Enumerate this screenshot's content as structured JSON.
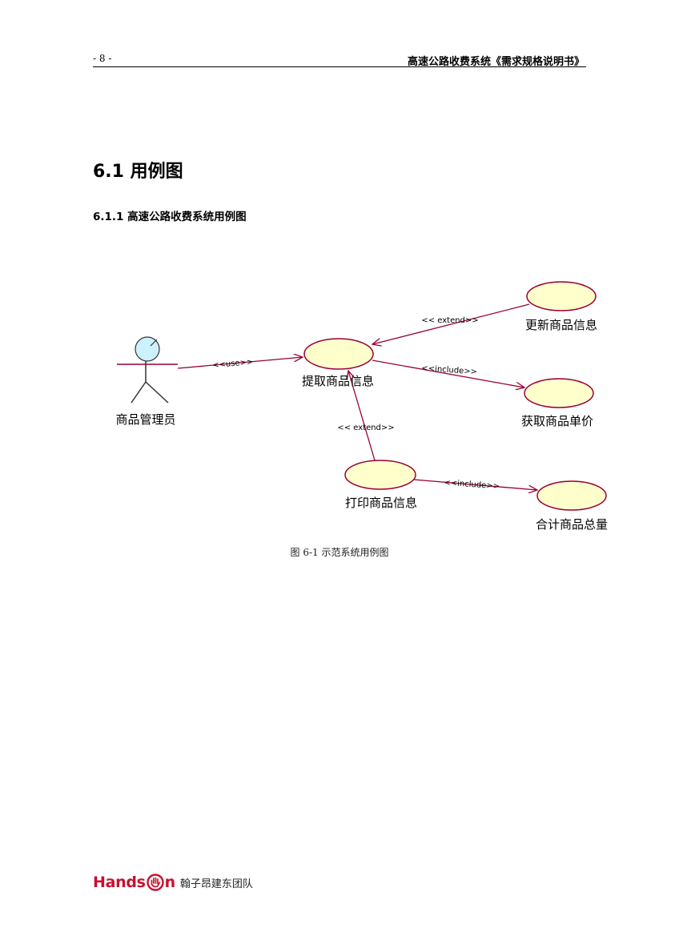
{
  "header": {
    "page_number": "- 8 -",
    "document_title": "高速公路收费系统《需求规格说明书》"
  },
  "section": {
    "title": "6.1 用例图",
    "subsection_title": "6.1.1 高速公路收费系统用例图"
  },
  "diagram": {
    "actor": "商品管理员",
    "use_cases": {
      "fetch": "提取商品信息",
      "update": "更新商品信息",
      "get_price": "获取商品单价",
      "print": "打印商品信息",
      "total": "合计商品总量"
    },
    "stereotypes": {
      "use": "<<use>>",
      "extend_update": "<< extend>>",
      "include_price": "<<include>>",
      "extend_print": "<< extend>>",
      "include_total": "<<include>>"
    },
    "colors": {
      "usecase_fill": "#ffffcc",
      "actor_head_fill": "#ccf2ff",
      "line": "#990033"
    }
  },
  "caption": "图 6-1 示范系统用例图",
  "footer": {
    "logo_left": "Hands",
    "logo_right": "n",
    "logo_icon": "hand-in-circle-icon",
    "team_name": "翰子昂建东团队",
    "logo_color": "#c8102e"
  }
}
